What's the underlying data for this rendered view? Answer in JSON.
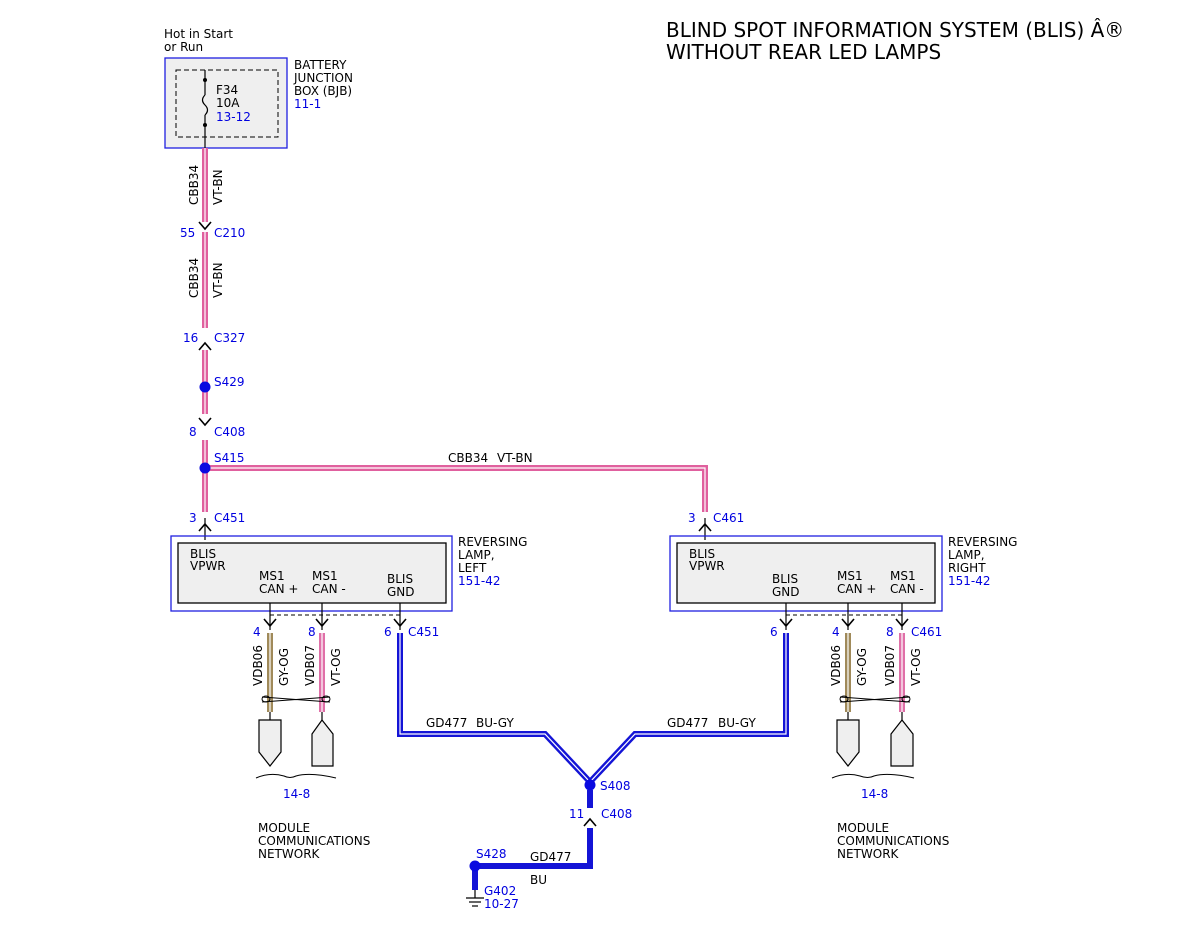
{
  "title": {
    "line1": "BLIND SPOT INFORMATION SYSTEM (BLIS) Â®",
    "line2": "WITHOUT REAR LED LAMPS"
  },
  "power_source": {
    "line1": "Hot in Start",
    "line2": "or Run"
  },
  "bjb": {
    "name_lines": [
      "BATTERY",
      "JUNCTION",
      "BOX (BJB)"
    ],
    "ref": "11-1",
    "fuse": {
      "name": "F34",
      "rating": "10A",
      "ref": "13-12"
    }
  },
  "main_wire": {
    "circuit": "CBB34",
    "color": "VT-BN"
  },
  "connectors": {
    "c210": {
      "pin": "55",
      "name": "C210"
    },
    "c327": {
      "pin": "16",
      "name": "C327"
    },
    "c408_top": {
      "pin": "8",
      "name": "C408"
    },
    "c451_top": {
      "pin": "3",
      "name": "C451"
    },
    "c461_top": {
      "pin": "3",
      "name": "C461"
    },
    "c451_bottom": {
      "pin_can_plus": "4",
      "pin_can_minus": "8",
      "pin_gnd": "6",
      "name": "C451"
    },
    "c461_bottom": {
      "pin_gnd": "6",
      "pin_can_plus": "4",
      "pin_can_minus": "8",
      "name": "C461"
    },
    "c408_bottom": {
      "pin": "11",
      "name": "C408"
    }
  },
  "splices": {
    "s429": "S429",
    "s415": "S415",
    "s408": "S408",
    "s428": "S428"
  },
  "module_left": {
    "name_lines": [
      "REVERSING",
      "LAMP,",
      "LEFT"
    ],
    "ref": "151-42",
    "vpwr": [
      "BLIS",
      "VPWR"
    ],
    "can_plus": [
      "MS1",
      "CAN +"
    ],
    "can_minus": [
      "MS1",
      "CAN -"
    ],
    "gnd": [
      "BLIS",
      "GND"
    ]
  },
  "module_right": {
    "name_lines": [
      "REVERSING",
      "LAMP,",
      "RIGHT"
    ],
    "ref": "151-42",
    "vpwr": [
      "BLIS",
      "VPWR"
    ],
    "gnd": [
      "BLIS",
      "GND"
    ],
    "can_plus": [
      "MS1",
      "CAN +"
    ],
    "can_minus": [
      "MS1",
      "CAN -"
    ]
  },
  "can_wires": {
    "plus": {
      "circuit": "VDB06",
      "color": "GY-OG"
    },
    "minus": {
      "circuit": "VDB07",
      "color": "VT-OG"
    }
  },
  "network": {
    "ref": "14-8",
    "lines": [
      "MODULE",
      "COMMUNICATIONS",
      "NETWORK"
    ]
  },
  "ground_wire": {
    "circuit": "GD477",
    "color": "BU-GY"
  },
  "ground_main": {
    "circuit": "GD477",
    "color": "BU"
  },
  "ground": {
    "name": "G402",
    "ref": "10-27"
  },
  "colors": {
    "vt_bn_wire": "#e0609e",
    "blue_wire": "#1414d6",
    "gy_og_wire": "#a08a5a",
    "vt_og_wire": "#e070a8",
    "ref_text": "#0000e0",
    "module_fill": "#efefef"
  }
}
